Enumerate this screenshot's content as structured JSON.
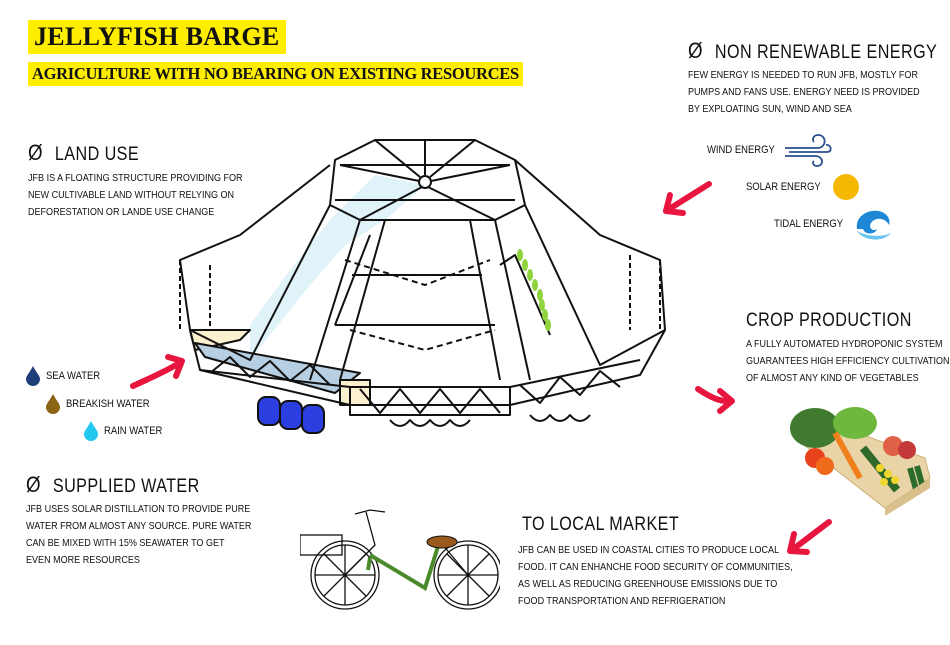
{
  "header": {
    "title": "JELLYFISH BARGE",
    "subtitle": "AGRICULTURE WITH NO BEARING ON EXISTING RESOURCES",
    "highlight_color": "#ffee00"
  },
  "sections": {
    "land_use": {
      "bullet": "Ø",
      "heading": "LAND USE",
      "lines": [
        "JFB IS A FLOATING STRUCTURE PROVIDING FOR",
        "NEW CULTIVABLE LAND WITHOUT RELYING ON",
        "DEFORESTATION OR LANDE USE CHANGE"
      ]
    },
    "energy": {
      "bullet": "Ø",
      "heading": "NON RENEWABLE ENERGY",
      "lines": [
        "FEW ENERGY IS NEEDED TO RUN JFB, MOSTLY FOR",
        "PUMPS AND FANS USE. ENERGY NEED IS PROVIDED",
        "BY EXPLOATING SUN, WIND AND SEA"
      ],
      "sources": [
        {
          "label": "WIND ENERGY",
          "icon": "wind-icon",
          "color": "#2a4f8f"
        },
        {
          "label": "SOLAR ENERGY",
          "icon": "sun-icon",
          "color": "#f5b800"
        },
        {
          "label": "TIDAL ENERGY",
          "icon": "wave-icon",
          "color": "#1e88d6"
        }
      ]
    },
    "crop": {
      "heading": "CROP PRODUCTION",
      "lines": [
        "A FULLY AUTOMATED HYDROPONIC SYSTEM",
        "GUARANTEES HIGH EFFICIENCY CULTIVATION",
        "OF ALMOST ANY KIND OF VEGETABLES"
      ]
    },
    "water_types": [
      {
        "label": "SEA WATER",
        "color": "#1f3f7a"
      },
      {
        "label": "BREAKISH WATER",
        "color": "#8a6414"
      },
      {
        "label": "RAIN WATER",
        "color": "#22c8f0"
      }
    ],
    "supplied_water": {
      "bullet": "Ø",
      "heading": "SUPPLIED WATER",
      "lines": [
        "JFB USES SOLAR DISTILLATION TO PROVIDE PURE",
        "WATER FROM ALMOST ANY SOURCE. PURE WATER",
        "CAN BE MIXED WITH 15% SEAWATER TO GET",
        "EVEN MORE RESOURCES"
      ]
    },
    "market": {
      "heading": "TO LOCAL MARKET",
      "lines": [
        "JFB CAN BE USED IN COASTAL CITIES TO PRODUCE LOCAL",
        "FOOD. IT CAN ENHANCHE FOOD SECURITY OF COMMUNITIES,",
        "AS WELL AS REDUCING GREENHOUSE EMISSIONS DUE TO",
        "FOOD TRANSPORTATION AND REFRIGERATION"
      ]
    }
  },
  "colors": {
    "arrow": "#e8163e",
    "glass": "#dff3f8",
    "tank": "#2b3fe0",
    "sand": "#fbf1cf",
    "plant": "#8fd43c",
    "bike_frame": "#4a8a2a",
    "saddle": "#9a5a1e"
  }
}
